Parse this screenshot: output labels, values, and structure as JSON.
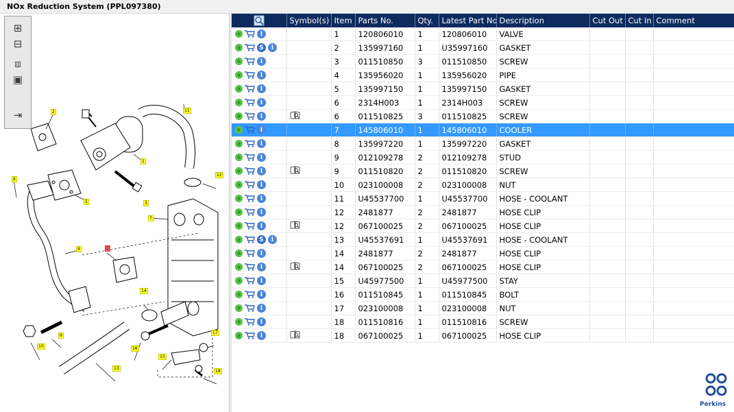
{
  "window": {
    "title": "NOx Reduction System (PPL097380)"
  },
  "toolbox": {
    "tools": [
      {
        "name": "zoom-in-button",
        "glyph": "⊞"
      },
      {
        "name": "zoom-out-button",
        "glyph": "⊟"
      },
      {
        "name": "fit-all-button",
        "glyph": "⧈"
      },
      {
        "name": "fit-window-button",
        "glyph": "▣"
      },
      {
        "name": "export-list-button",
        "glyph": "⇥"
      }
    ]
  },
  "diagram": {
    "callouts": [
      "1",
      "2",
      "3",
      "4",
      "5",
      "6",
      "7",
      "8",
      "9",
      "10",
      "11",
      "12",
      "13",
      "14",
      "15",
      "16",
      "17",
      "18",
      "2"
    ]
  },
  "table": {
    "columns": [
      "",
      "Symbol(s)",
      "Item",
      "Parts No.",
      "Qty.",
      "Latest Part No.",
      "Description",
      "Cut Out",
      "Cut In",
      "Comment"
    ],
    "selected_index": 7,
    "rows": [
      {
        "s": false,
        "book": false,
        "item": "1",
        "part": "120806010",
        "qty": "1",
        "latest": "120806010",
        "desc": "VALVE"
      },
      {
        "s": true,
        "book": false,
        "item": "2",
        "part": "135997160",
        "qty": "1",
        "latest": "U35997160",
        "desc": "GASKET"
      },
      {
        "s": false,
        "book": false,
        "item": "3",
        "part": "011510850",
        "qty": "3",
        "latest": "011510850",
        "desc": "SCREW"
      },
      {
        "s": false,
        "book": false,
        "item": "4",
        "part": "135956020",
        "qty": "1",
        "latest": "135956020",
        "desc": "PIPE"
      },
      {
        "s": false,
        "book": false,
        "item": "5",
        "part": "135997150",
        "qty": "1",
        "latest": "135997150",
        "desc": "GASKET"
      },
      {
        "s": false,
        "book": false,
        "item": "6",
        "part": "2314H003",
        "qty": "1",
        "latest": "2314H003",
        "desc": "SCREW"
      },
      {
        "s": false,
        "book": true,
        "item": "6",
        "part": "011510825",
        "qty": "3",
        "latest": "011510825",
        "desc": "SCREW"
      },
      {
        "s": false,
        "book": false,
        "item": "7",
        "part": "145806010",
        "qty": "1",
        "latest": "145806010",
        "desc": "COOLER"
      },
      {
        "s": false,
        "book": false,
        "item": "8",
        "part": "135997220",
        "qty": "1",
        "latest": "135997220",
        "desc": "GASKET"
      },
      {
        "s": false,
        "book": false,
        "item": "9",
        "part": "012109278",
        "qty": "2",
        "latest": "012109278",
        "desc": "STUD"
      },
      {
        "s": false,
        "book": true,
        "item": "9",
        "part": "011510820",
        "qty": "2",
        "latest": "011510820",
        "desc": "SCREW"
      },
      {
        "s": false,
        "book": false,
        "item": "10",
        "part": "023100008",
        "qty": "2",
        "latest": "023100008",
        "desc": "NUT"
      },
      {
        "s": false,
        "book": false,
        "item": "11",
        "part": "U45537700",
        "qty": "1",
        "latest": "U45537700",
        "desc": "HOSE - COOLANT"
      },
      {
        "s": false,
        "book": false,
        "item": "12",
        "part": "2481877",
        "qty": "2",
        "latest": "2481877",
        "desc": "HOSE CLIP"
      },
      {
        "s": false,
        "book": true,
        "item": "12",
        "part": "067100025",
        "qty": "2",
        "latest": "067100025",
        "desc": "HOSE CLIP"
      },
      {
        "s": true,
        "book": false,
        "item": "13",
        "part": "U45537691",
        "qty": "1",
        "latest": "U45537691",
        "desc": "HOSE - COOLANT"
      },
      {
        "s": false,
        "book": false,
        "item": "14",
        "part": "2481877",
        "qty": "2",
        "latest": "2481877",
        "desc": "HOSE CLIP"
      },
      {
        "s": false,
        "book": true,
        "item": "14",
        "part": "067100025",
        "qty": "2",
        "latest": "067100025",
        "desc": "HOSE CLIP"
      },
      {
        "s": false,
        "book": false,
        "item": "15",
        "part": "U45977500",
        "qty": "1",
        "latest": "U45977500",
        "desc": "STAY"
      },
      {
        "s": false,
        "book": false,
        "item": "16",
        "part": "011510845",
        "qty": "1",
        "latest": "011510845",
        "desc": "BOLT"
      },
      {
        "s": false,
        "book": false,
        "item": "17",
        "part": "023100008",
        "qty": "1",
        "latest": "023100008",
        "desc": "NUT"
      },
      {
        "s": false,
        "book": false,
        "item": "18",
        "part": "011510816",
        "qty": "1",
        "latest": "011510816",
        "desc": "SCREW"
      },
      {
        "s": false,
        "book": true,
        "item": "18",
        "part": "067100025",
        "qty": "1",
        "latest": "067100025",
        "desc": "HOSE CLIP"
      }
    ]
  },
  "brand": {
    "name": "Perkins",
    "color": "#1e4f9a"
  },
  "colors": {
    "header": "#0d2b5e",
    "selection": "#3399ff"
  }
}
